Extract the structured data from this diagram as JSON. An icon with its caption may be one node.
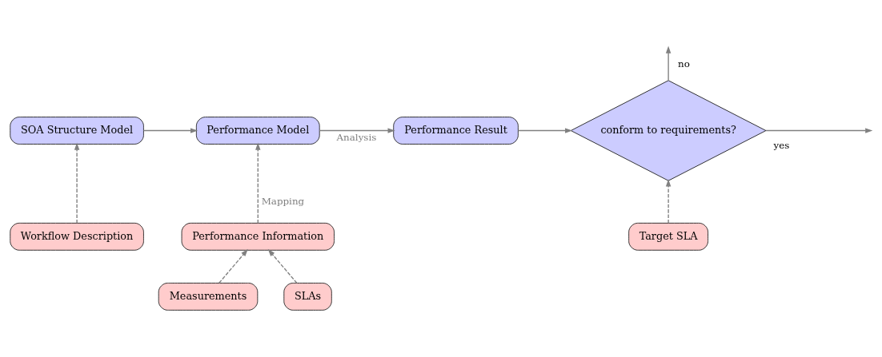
{
  "diagram": {
    "nodes": [
      {
        "text": [
          "SOA Structure Model"
        ]
      },
      {
        "text": [
          "Performance Model"
        ]
      },
      {
        "text": [
          "Performance Result"
        ]
      },
      {
        "text": [
          "conform to requirements?"
        ]
      },
      {
        "text": [
          "Workflow Description"
        ]
      },
      {
        "text": [
          "Performance Information"
        ]
      },
      {
        "text": [
          "Measurements"
        ]
      },
      {
        "text": [
          "SLAs"
        ]
      },
      {
        "text": [
          "Target SLA"
        ]
      }
    ],
    "edges": [
      {
        "from": 0,
        "to": 1,
        "arrow": "to"
      },
      {
        "from": 1,
        "to": 2,
        "arrow": "to",
        "label": "Analysis"
      },
      {
        "from": 2,
        "to": 3,
        "arrow": "to"
      },
      {
        "from": 3,
        "to": null,
        "arrow": "to",
        "label": "yes"
      },
      {
        "from": 3,
        "to": null,
        "arrow": "to",
        "label": "no"
      },
      {
        "from": 4,
        "to": 0,
        "arrow": "to",
        "style": "dashed"
      },
      {
        "from": 5,
        "to": 1,
        "arrow": "to",
        "style": "dashed",
        "label": "Mapping"
      },
      {
        "from": 6,
        "to": 5,
        "arrow": "to",
        "style": "dashed"
      },
      {
        "from": 7,
        "to": 5,
        "arrow": "to",
        "style": "dashed"
      },
      {
        "from": 8,
        "to": 3,
        "arrow": "to",
        "style": "dashed"
      }
    ]
  }
}
